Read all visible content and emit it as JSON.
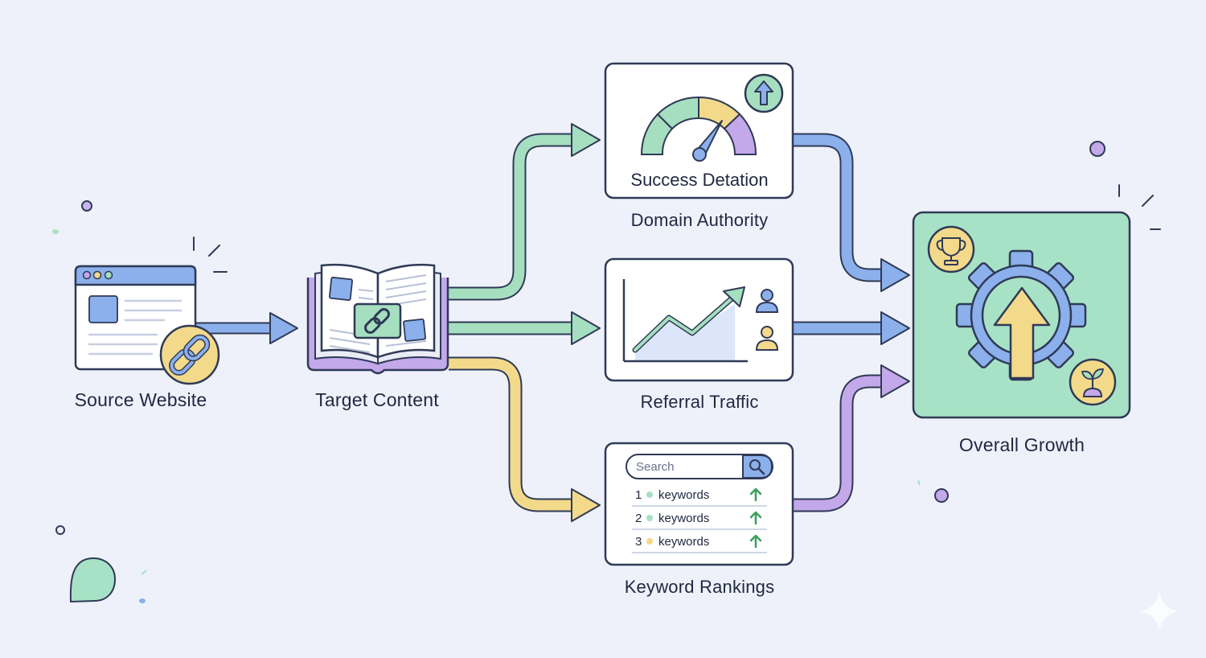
{
  "nodes": {
    "source": {
      "label": "Source Website"
    },
    "target": {
      "label": "Target Content"
    },
    "domain": {
      "label": "Domain Authority",
      "card_title": "Success Detation"
    },
    "referral": {
      "label": "Referral Traffic"
    },
    "keywords": {
      "label": "Keyword Rankings",
      "search_placeholder": "Search",
      "rows": [
        {
          "rank": "1",
          "text": "keywords",
          "dot_color": "#a8e0c4"
        },
        {
          "rank": "2",
          "text": "keywords",
          "dot_color": "#a8e0c4"
        },
        {
          "rank": "3",
          "text": "keywords",
          "dot_color": "#f3d98a"
        }
      ]
    },
    "growth": {
      "label": "Overall Growth"
    }
  },
  "colors": {
    "background": "#eef1fa",
    "outline": "#2f3a56",
    "blue": "#8bb0ec",
    "green": "#a6dfc0",
    "yellow": "#f3d98a",
    "purple": "#c3a8ea",
    "growth_panel": "#a8e2c6",
    "up_arrow": "#3aa05f"
  },
  "icons": {
    "source_badge": "chain-link-icon",
    "target_badge": "chain-link-icon",
    "domain_badge": "up-arrow-icon",
    "referral_people": "user-icon",
    "search": "magnifier-icon",
    "trophy": "trophy-icon",
    "sprout": "sprout-icon",
    "gear": "gear-icon"
  }
}
